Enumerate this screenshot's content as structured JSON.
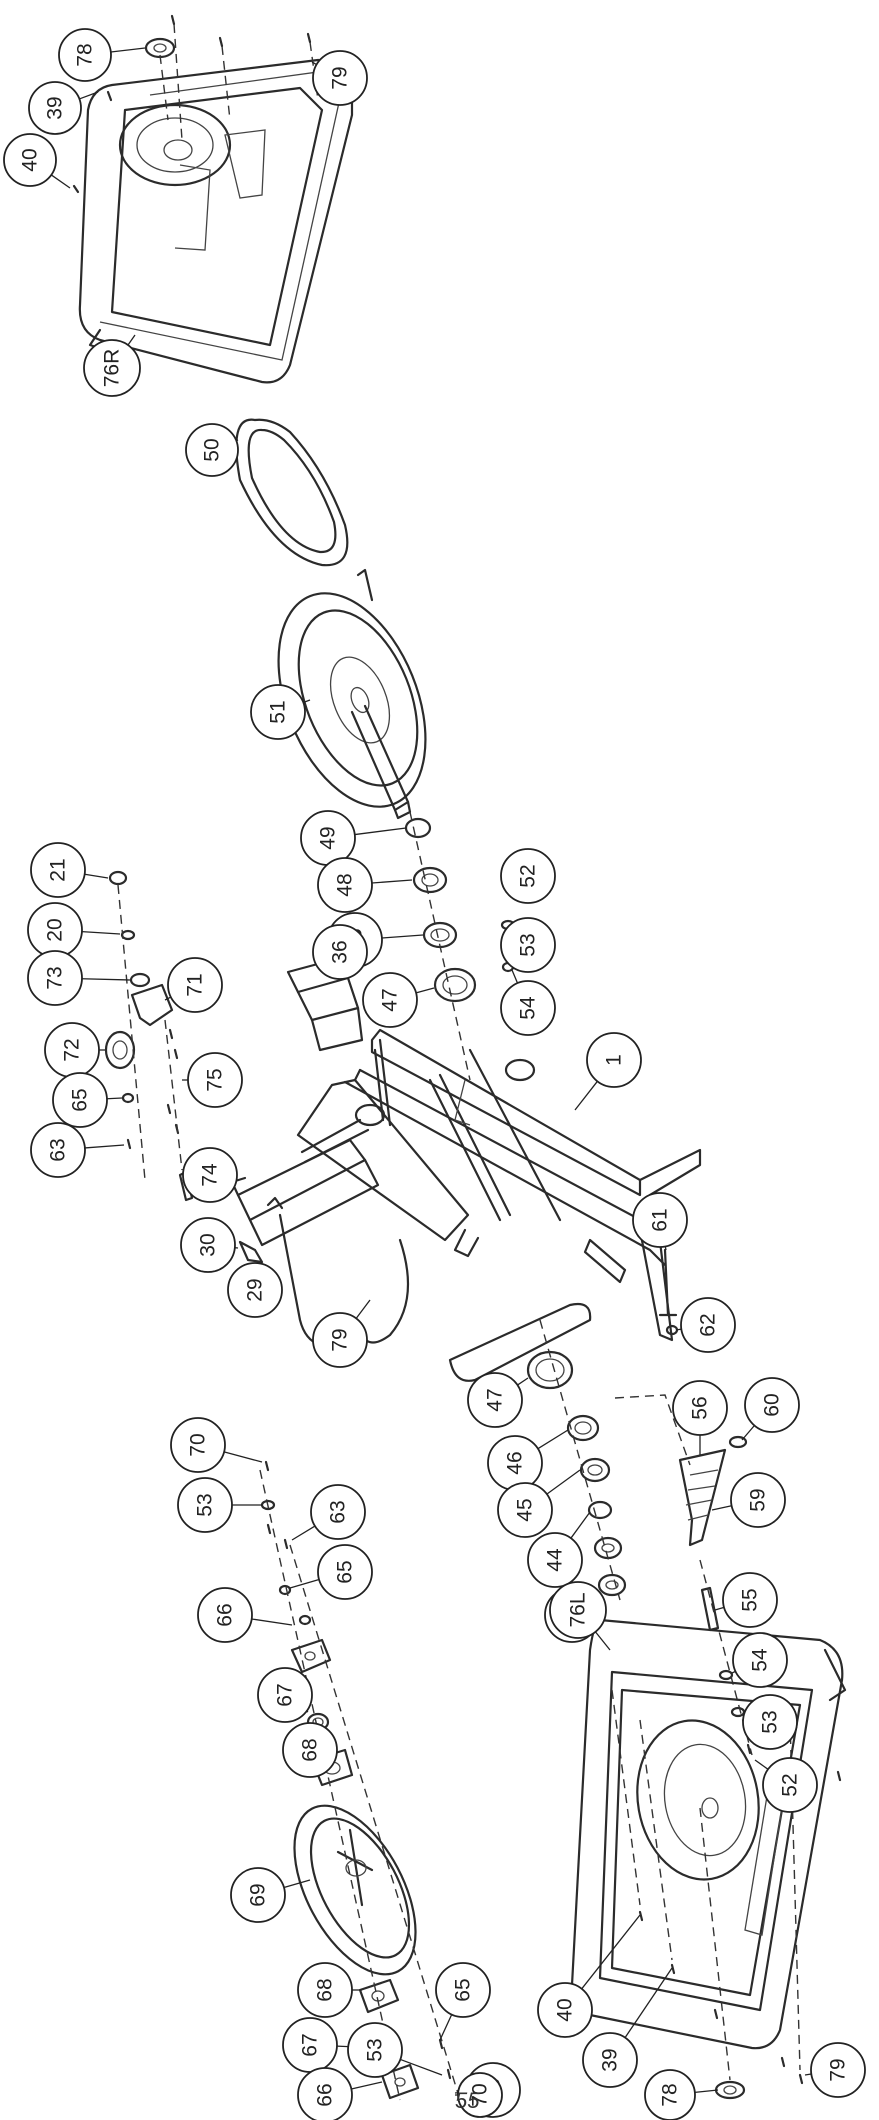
{
  "page_number": "55",
  "callouts": [
    {
      "id": "78",
      "label": "78"
    },
    {
      "id": "39",
      "label": "39"
    },
    {
      "id": "40",
      "label": "40"
    },
    {
      "id": "79",
      "label": "79"
    },
    {
      "id": "76R",
      "label": "76R"
    },
    {
      "id": "50",
      "label": "50"
    },
    {
      "id": "51",
      "label": "51"
    },
    {
      "id": "49",
      "label": "49"
    },
    {
      "id": "48",
      "label": "48"
    },
    {
      "id": "46",
      "label": "46"
    },
    {
      "id": "47",
      "label": "47"
    },
    {
      "id": "52",
      "label": "52"
    },
    {
      "id": "53",
      "label": "53"
    },
    {
      "id": "54",
      "label": "54"
    },
    {
      "id": "36",
      "label": "36"
    },
    {
      "id": "1",
      "label": "1"
    },
    {
      "id": "21",
      "label": "21"
    },
    {
      "id": "20",
      "label": "20"
    },
    {
      "id": "73",
      "label": "73"
    },
    {
      "id": "71",
      "label": "71"
    },
    {
      "id": "72",
      "label": "72"
    },
    {
      "id": "75",
      "label": "75"
    },
    {
      "id": "65",
      "label": "65"
    },
    {
      "id": "63",
      "label": "63"
    },
    {
      "id": "74",
      "label": "74"
    },
    {
      "id": "30",
      "label": "30"
    },
    {
      "id": "29",
      "label": "29"
    },
    {
      "id": "79b",
      "label": "79"
    },
    {
      "id": "61",
      "label": "61"
    },
    {
      "id": "62",
      "label": "62"
    },
    {
      "id": "47b",
      "label": "47"
    },
    {
      "id": "46b",
      "label": "46"
    },
    {
      "id": "45",
      "label": "45"
    },
    {
      "id": "44",
      "label": "44"
    },
    {
      "id": "43",
      "label": "43"
    },
    {
      "id": "56",
      "label": "56"
    },
    {
      "id": "60",
      "label": "60"
    },
    {
      "id": "59",
      "label": "59"
    },
    {
      "id": "55",
      "label": "55"
    },
    {
      "id": "54b",
      "label": "54"
    },
    {
      "id": "53b",
      "label": "53"
    },
    {
      "id": "52b",
      "label": "52"
    },
    {
      "id": "70",
      "label": "70"
    },
    {
      "id": "53c",
      "label": "53"
    },
    {
      "id": "63b",
      "label": "63"
    },
    {
      "id": "65b",
      "label": "65"
    },
    {
      "id": "66",
      "label": "66"
    },
    {
      "id": "67",
      "label": "67"
    },
    {
      "id": "68",
      "label": "68"
    },
    {
      "id": "69",
      "label": "69"
    },
    {
      "id": "68b",
      "label": "68"
    },
    {
      "id": "67b",
      "label": "67"
    },
    {
      "id": "66b",
      "label": "66"
    },
    {
      "id": "65c",
      "label": "65"
    },
    {
      "id": "53d",
      "label": "53"
    },
    {
      "id": "63c",
      "label": "63"
    },
    {
      "id": "70b",
      "label": "70"
    },
    {
      "id": "76L",
      "label": "76L"
    },
    {
      "id": "40b",
      "label": "40"
    },
    {
      "id": "39b",
      "label": "39"
    },
    {
      "id": "78b",
      "label": "78"
    },
    {
      "id": "79c",
      "label": "79"
    }
  ]
}
